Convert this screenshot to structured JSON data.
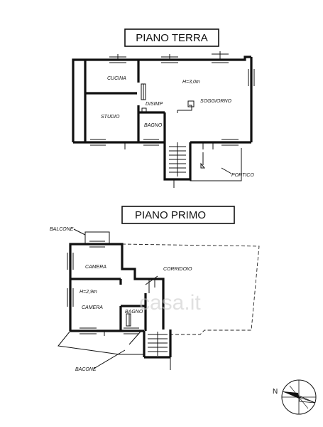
{
  "ground_floor": {
    "title": "PIANO TERRA",
    "rooms": {
      "cucina": "CUCINA",
      "soggiorno": "SOGGIORNO",
      "disimpegno": "DISIMP",
      "studio": "STUDIO",
      "bagno": "BAGNO",
      "portico": "PORTICO"
    },
    "height_note": "H=3,0m"
  },
  "first_floor": {
    "title": "PIANO PRIMO",
    "rooms": {
      "balcone_top": "BALCONE",
      "camera_top": "CAMERA",
      "corridoio": "CORRIDOIO",
      "camera_bottom": "CAMERA",
      "bagno": "BAGNO",
      "balcone_bottom": "BACONE"
    },
    "height_note": "H=2,9m"
  },
  "compass": {
    "label": "N"
  },
  "watermark": "casa.it"
}
